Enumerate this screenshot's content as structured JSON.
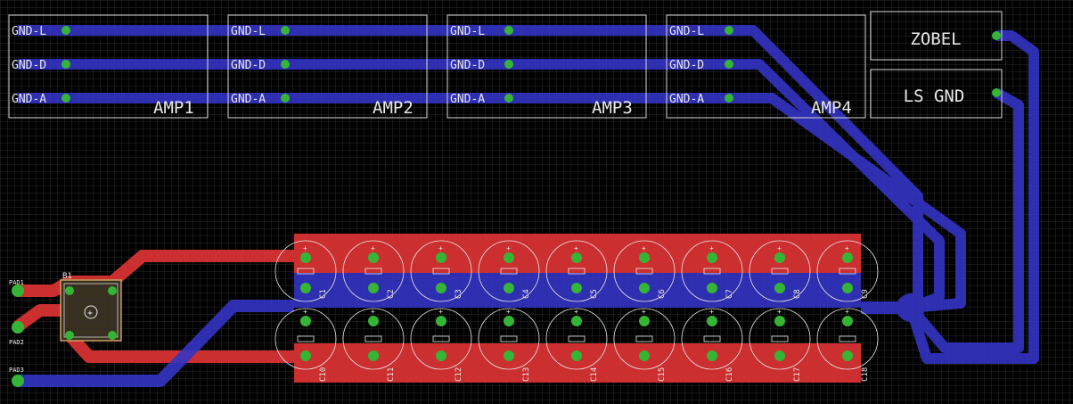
{
  "colors": {
    "background": "#000000",
    "grid": "#2c2c2c",
    "top_copper": "#cc2f2f",
    "bottom_copper": "#3434c4",
    "pad": "#35b535",
    "silkscreen": "#e8e8e8"
  },
  "amp_blocks": [
    {
      "name": "AMP1",
      "pins": [
        "GND-L",
        "GND-D",
        "GND-A"
      ]
    },
    {
      "name": "AMP2",
      "pins": [
        "GND-L",
        "GND-D",
        "GND-A"
      ]
    },
    {
      "name": "AMP3",
      "pins": [
        "GND-L",
        "GND-D",
        "GND-A"
      ]
    },
    {
      "name": "AMP4",
      "pins": [
        "GND-L",
        "GND-D",
        "GND-A"
      ]
    }
  ],
  "side_blocks": [
    {
      "name": "ZOBEL"
    },
    {
      "name": "LS GND"
    }
  ],
  "rectifier": {
    "name": "B1"
  },
  "input_pads": [
    "PAD1",
    "PAD2",
    "PAD3"
  ],
  "caps_top": [
    "C1",
    "C2",
    "C3",
    "C4",
    "C5",
    "C6",
    "C7",
    "C8",
    "C9"
  ],
  "caps_bottom": [
    "C10",
    "C11",
    "C12",
    "C13",
    "C14",
    "C15",
    "C16",
    "C17",
    "C18"
  ],
  "polarity_mark": "+"
}
